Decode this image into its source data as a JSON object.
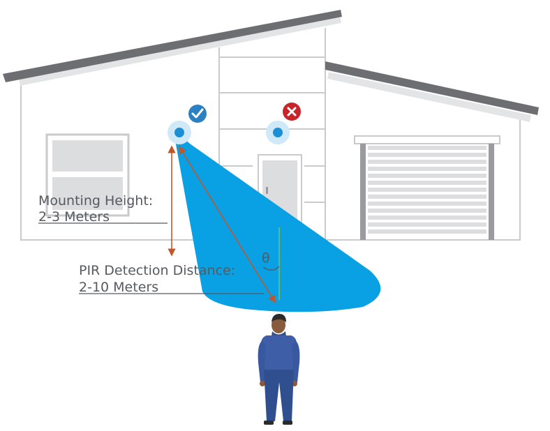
{
  "labels": {
    "mounting_title": "Mounting Height:",
    "mounting_value": "2-3 Meters",
    "pir_title": "PIR Detection Distance:",
    "pir_value": "2-10 Meters",
    "angle_symbol": "θ"
  },
  "status": {
    "correct_position": "check-icon",
    "wrong_position": "cross-icon"
  },
  "colors": {
    "roof": "#6d6e71",
    "wall_line": "#c9cacc",
    "beam": "#0aa0e4",
    "sensor_dot": "#1b8fd6",
    "sensor_halo": "#cfe9f8",
    "check_badge": "#2a80c2",
    "cross_badge": "#c8242b",
    "measure_arrow": "#c1562b",
    "vertical_ref": "#8cc63f",
    "person_body": "#3f5ea8",
    "person_pants": "#2f4f8f",
    "person_hair": "#2b2b2b",
    "person_skin": "#8a5a3c"
  }
}
